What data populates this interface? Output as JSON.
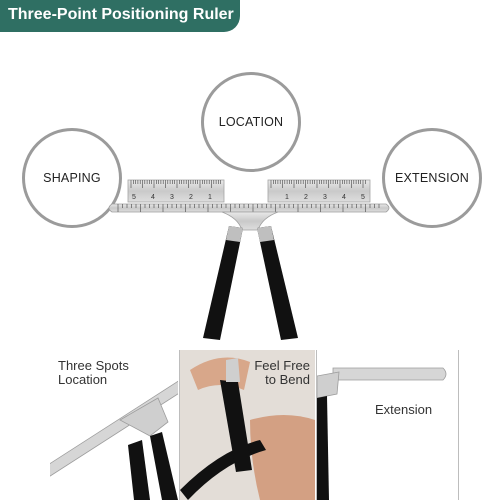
{
  "banner": {
    "title": "Three-Point Positioning Ruler",
    "color": "#2f6f63"
  },
  "circles": {
    "location": "LOCATION",
    "shaping": "SHAPING",
    "extension": "EXTENSION"
  },
  "ruler": {
    "left_numbers": [
      "5",
      "4",
      "3",
      "2",
      "1"
    ],
    "right_numbers": [
      "1",
      "2",
      "3",
      "4",
      "5"
    ]
  },
  "panels": {
    "p1_line1": "Three Spots",
    "p1_line2": "Location",
    "p2_line1": "Feel Free",
    "p2_line2": "to Bend",
    "p3_label": "Extension"
  }
}
